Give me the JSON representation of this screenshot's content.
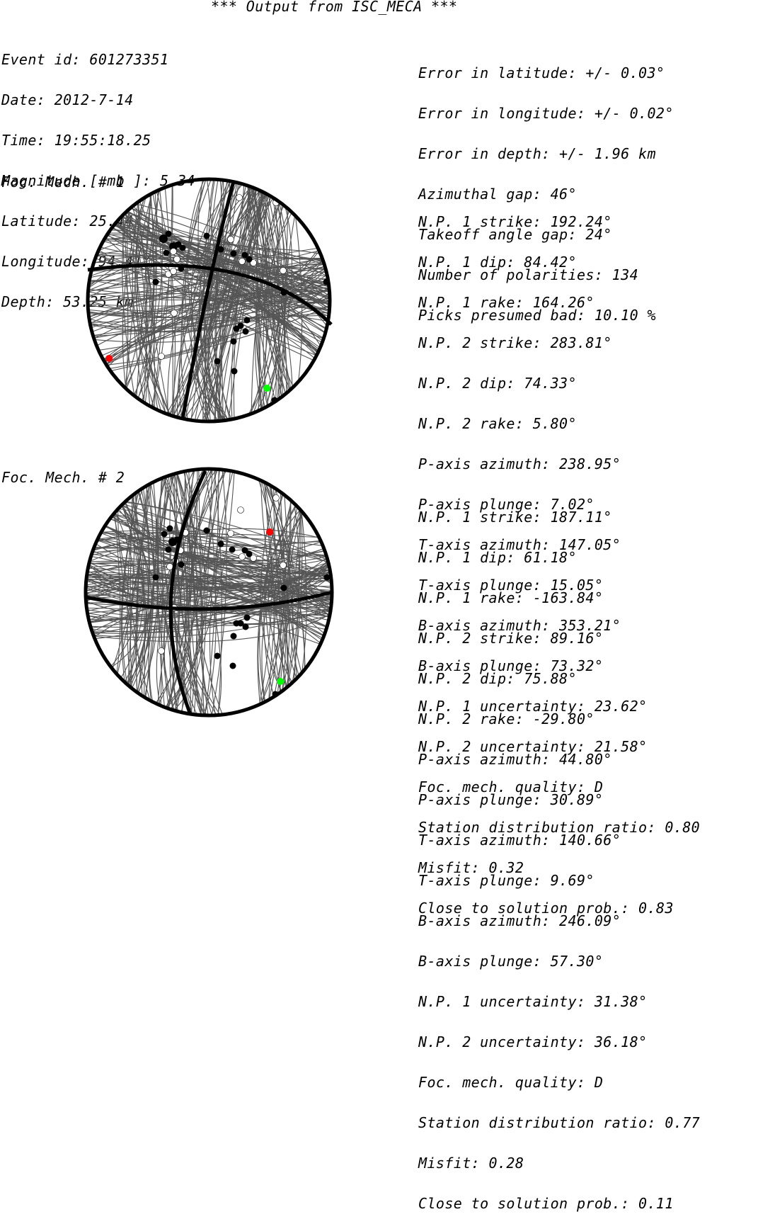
{
  "title": "*** Output from ISC_MECA ***",
  "event": {
    "left": [
      "Event id: 601273351",
      "Date: 2012-7-14",
      "Time: 19:55:18.25",
      "Magnitude [ mb ]: 5.34",
      "Latitude: 25.44°",
      "Longitude: 94.41°",
      "Depth: 53.25 km"
    ],
    "right": [
      "Error in latitude: +/- 0.03°",
      "Error in longitude: +/- 0.02°",
      "Error in depth: +/- 1.96 km",
      "Azimuthal gap: 46°",
      "Takeoff angle gap: 24°",
      "Number of polarities: 134",
      "Picks presumed bad: 10.10 %"
    ]
  },
  "mechanisms": [
    {
      "label": "Foc. Mech. # 1",
      "params": [
        "N.P. 1 strike: 192.24°",
        "N.P. 1 dip: 84.42°",
        "N.P. 1 rake: 164.26°",
        "N.P. 2 strike: 283.81°",
        "N.P. 2 dip: 74.33°",
        "N.P. 2 rake: 5.80°",
        "P-axis azimuth: 238.95°",
        "P-axis plunge: 7.02°",
        "T-axis azimuth: 147.05°",
        "T-axis plunge: 15.05°",
        "B-axis azimuth: 353.21°",
        "B-axis plunge: 73.32°",
        "N.P. 1 uncertainty: 23.62°",
        "N.P. 2 uncertainty: 21.58°",
        "Foc. mech. quality: D",
        "Station distribution ratio: 0.80",
        "Misfit: 0.32",
        "Close to solution prob.: 0.83"
      ]
    },
    {
      "label": "Foc. Mech. # 2",
      "params": [
        "N.P. 1 strike: 187.11°",
        "N.P. 1 dip: 61.18°",
        "N.P. 1 rake: -163.84°",
        "N.P. 2 strike: 89.16°",
        "N.P. 2 dip: 75.88°",
        "N.P. 2 rake: -29.80°",
        "P-axis azimuth: 44.80°",
        "P-axis plunge: 30.89°",
        "T-axis azimuth: 140.66°",
        "T-axis plunge: 9.69°",
        "B-axis azimuth: 246.09°",
        "B-axis plunge: 57.30°",
        "N.P. 1 uncertainty: 31.38°",
        "N.P. 2 uncertainty: 36.18°",
        "Foc. mech. quality: D",
        "Station distribution ratio: 0.77",
        "Misfit: 0.28",
        "Close to solution prob.: 0.11"
      ]
    }
  ],
  "colors": {
    "ink": "#000000",
    "solution_lines": "#555555",
    "p_axis": "#ff0000",
    "t_axis": "#00ff00",
    "compression": "#000000",
    "dilatation": "#ffffff"
  }
}
